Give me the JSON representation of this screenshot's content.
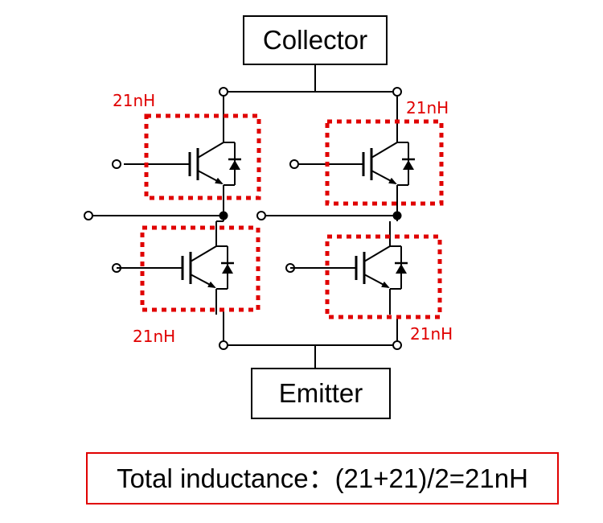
{
  "diagram": {
    "collector_label": "Collector",
    "emitter_label": "Emitter",
    "inductance_labels": [
      "21nH",
      "21nH",
      "21nH",
      "21nH"
    ],
    "formula": "Total inductance：(21+21)/2=21nH"
  },
  "colors": {
    "wire": "#000000",
    "highlight": "#e00000",
    "background": "#ffffff"
  },
  "icons": [
    "igbt-symbol",
    "freewheel-diode-symbol",
    "terminal-circle",
    "junction-dot"
  ]
}
